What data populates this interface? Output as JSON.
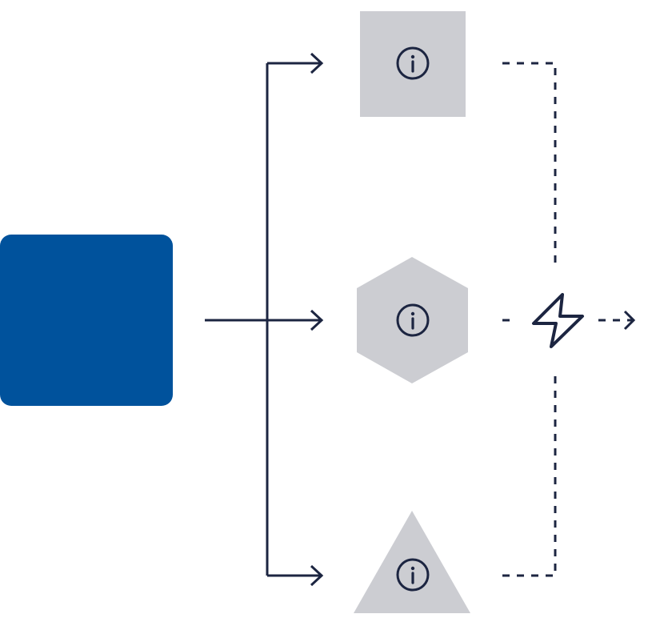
{
  "colors": {
    "source": "#00529c",
    "node": "#cccdd2",
    "ink": "#1c2541",
    "background": "#ffffff"
  },
  "source_node": {
    "shape": "rounded-square",
    "icon": "none"
  },
  "targets": [
    {
      "shape": "square",
      "icon": "info-icon"
    },
    {
      "shape": "hexagon",
      "icon": "info-icon"
    },
    {
      "shape": "triangle",
      "icon": "info-icon"
    }
  ],
  "merge_icon": "lightning-icon"
}
